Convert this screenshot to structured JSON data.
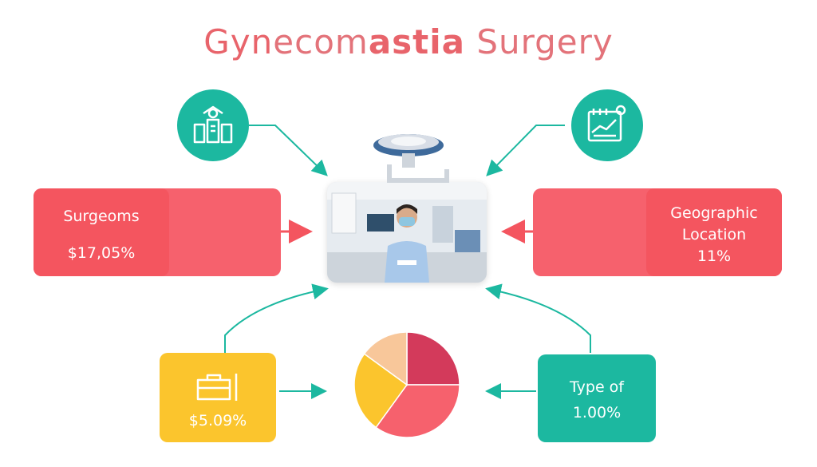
{
  "title": {
    "part1": "Gyn",
    "part2": "ecom",
    "part3": "astia",
    "part4": " Surgery"
  },
  "colors": {
    "coral": "#f6616d",
    "teal": "#1cb8a0",
    "yellow": "#fbc52d",
    "title": "#e8646b"
  },
  "icons": {
    "top_left": "hospital-team-icon",
    "top_right": "growth-chart-icon",
    "bottom_left": "briefcase-icon",
    "center": "surgeon-photo"
  },
  "boxes": {
    "left": {
      "title": "Surgeoms",
      "value": "$17,05%"
    },
    "right": {
      "line1": "Geographic",
      "line2": "Location",
      "value": "11%"
    },
    "bottom_left": {
      "value": "$5.09%"
    },
    "bottom_right": {
      "title": "Type of",
      "value": "1.00%"
    }
  },
  "chart_data": {
    "type": "pie",
    "slices": [
      {
        "color": "#d33a5b",
        "value": 25
      },
      {
        "color": "#f6616d",
        "value": 35
      },
      {
        "color": "#fbc52d",
        "value": 25
      },
      {
        "color": "#f8c79a",
        "value": 15
      }
    ]
  }
}
